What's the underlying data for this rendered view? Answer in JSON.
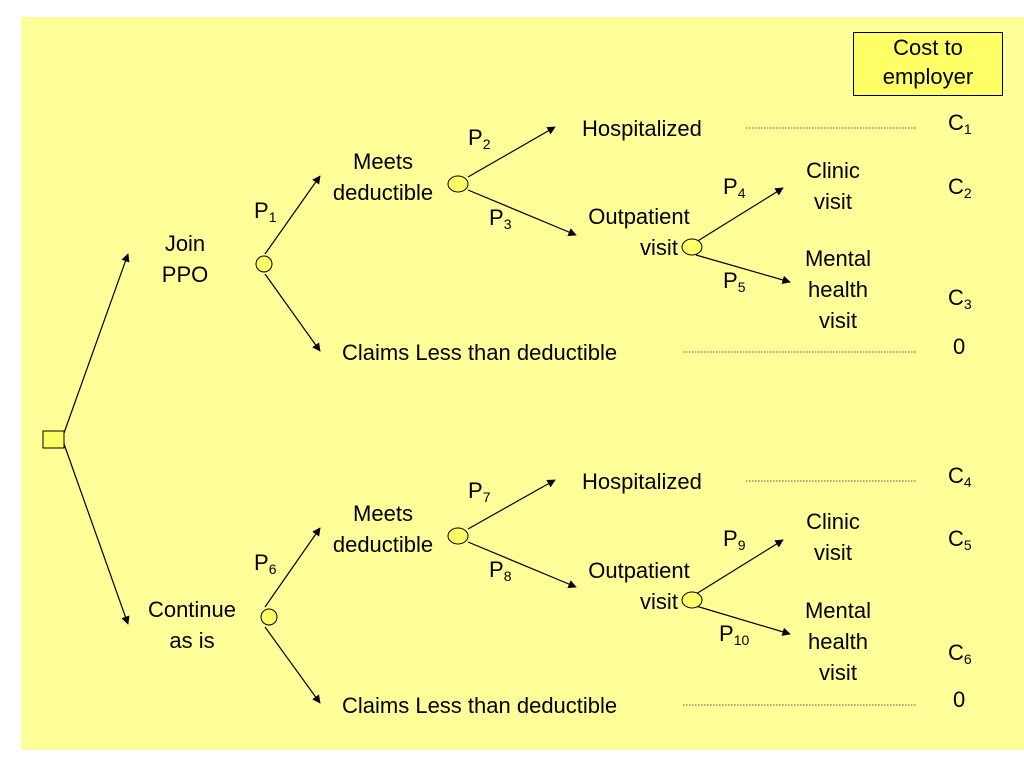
{
  "legend": {
    "line1": "Cost to",
    "line2": "employer"
  },
  "nodes": {
    "join": [
      "Join",
      "PPO"
    ],
    "continue": [
      "Continue",
      "as is"
    ],
    "meets_top": [
      "Meets",
      "deductible"
    ],
    "meets_bottom": [
      "Meets",
      "deductible"
    ],
    "hosp_top": "Hospitalized",
    "hosp_bottom": "Hospitalized",
    "outpatient_top": [
      "Outpatient",
      "visit"
    ],
    "outpatient_bottom": [
      "Outpatient",
      "visit"
    ],
    "clinic_top": [
      "Clinic",
      "visit"
    ],
    "clinic_bottom": [
      "Clinic",
      "visit"
    ],
    "mental_top": [
      "Mental",
      "health",
      "visit"
    ],
    "mental_bottom": [
      "Mental",
      "health",
      "visit"
    ],
    "claims_top": "Claims Less than deductible",
    "claims_bottom": "Claims Less than deductible"
  },
  "probabilities": {
    "p1": {
      "base": "P",
      "sub": "1"
    },
    "p2": {
      "base": "P",
      "sub": "2"
    },
    "p3": {
      "base": "P",
      "sub": "3"
    },
    "p4": {
      "base": "P",
      "sub": "4"
    },
    "p5": {
      "base": "P",
      "sub": "5"
    },
    "p6": {
      "base": "P",
      "sub": "6"
    },
    "p7": {
      "base": "P",
      "sub": "7"
    },
    "p8": {
      "base": "P",
      "sub": "8"
    },
    "p9": {
      "base": "P",
      "sub": "9"
    },
    "p10": {
      "base": "P",
      "sub": "10"
    }
  },
  "costs": {
    "c1": {
      "base": "C",
      "sub": "1"
    },
    "c2": {
      "base": "C",
      "sub": "2"
    },
    "c3": {
      "base": "C",
      "sub": "3"
    },
    "c0_top": {
      "base": "0",
      "sub": ""
    },
    "c4": {
      "base": "C",
      "sub": "4"
    },
    "c5": {
      "base": "C",
      "sub": "5"
    },
    "c6": {
      "base": "C",
      "sub": "6"
    },
    "c0_bottom": {
      "base": "0",
      "sub": ""
    }
  },
  "colors": {
    "background": "#ffff99",
    "node_fill": "#ffff66",
    "line": "#000000",
    "dotted": "#555555"
  }
}
